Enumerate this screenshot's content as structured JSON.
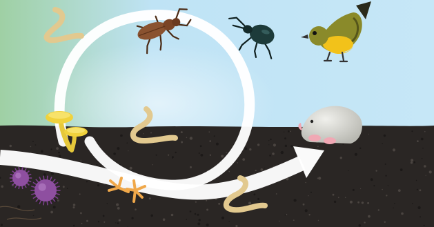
{
  "diagram": {
    "kind": "soil food web cycle",
    "colors": {
      "sky_top": "#bfe3f5",
      "sky_left": "#9fd0a4",
      "soil": "#2a2624",
      "soil_speck": "#4a4440",
      "cycle_arrow": "#ffffff",
      "worm": "#e2c98f",
      "mushroom": "#f0d23c",
      "microbe": "#8e4fa0",
      "fungus": "#f0a84a",
      "beetle_stag": "#8a5230",
      "beetle_dark": "#1d3b3a",
      "bird_body": "#8a8a2a",
      "bird_belly": "#f2c21a",
      "mole": "#dcdcd6"
    },
    "organisms": [
      {
        "id": "worm-top-left",
        "icon": "earthworm-icon"
      },
      {
        "id": "stag-beetle",
        "icon": "stag-beetle-icon"
      },
      {
        "id": "ground-beetle",
        "icon": "ground-beetle-icon"
      },
      {
        "id": "bird",
        "icon": "bird-icon"
      },
      {
        "id": "mushrooms",
        "icon": "mushroom-icon"
      },
      {
        "id": "worm-center",
        "icon": "earthworm-icon"
      },
      {
        "id": "mole",
        "icon": "mole-icon"
      },
      {
        "id": "microbes",
        "icon": "microbe-icon"
      },
      {
        "id": "fungi",
        "icon": "mycelium-icon"
      },
      {
        "id": "worm-bottom",
        "icon": "earthworm-icon"
      }
    ]
  }
}
